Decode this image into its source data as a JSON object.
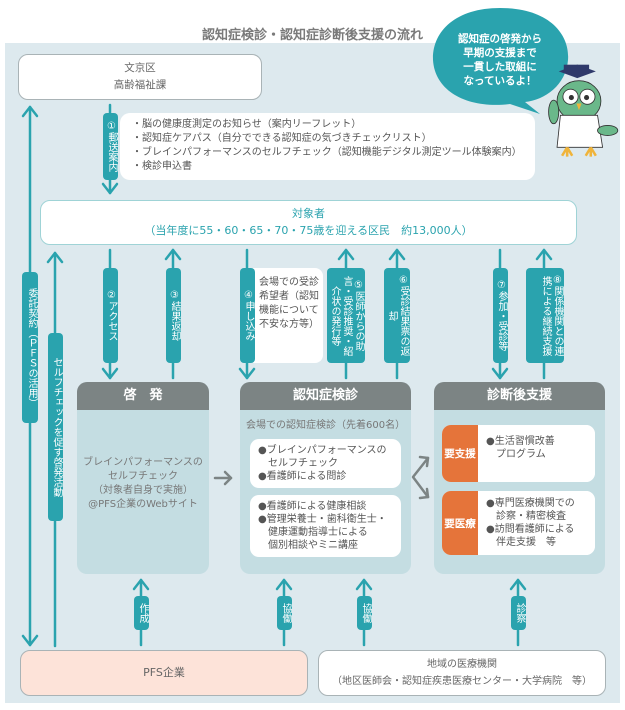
{
  "title": "認知症検診・認知症診断後支援の流れ",
  "bubble": [
    "認知症の啓発から",
    "早期の支援まで",
    "一貫した取組に",
    "なっているよ！"
  ],
  "ward": {
    "line1": "文京区",
    "line2": "高齢福祉課"
  },
  "notice": [
    "・脳の健康度測定のお知らせ（案内リーフレット）",
    "・認知症ケアパス（自分でできる認知症の気づきチェックリスト）",
    "・ブレインパフォーマンスのセルフチェック（認知機能デジタル測定ツール体験案内）",
    "・検診申込書"
  ],
  "target": {
    "line1": "対象者",
    "line2": "（当年度に55・60・65・70・75歳を迎える区民　約13,000人）"
  },
  "flows": {
    "f1": "①郵送案内",
    "f2": "②アクセス",
    "f3": "③結果返却",
    "f4": "④申し込み",
    "f5": "⑤医師からの助言・受診推奨・紹介状の発行等",
    "f6": "⑥受診結果票の返却",
    "f7": "⑦参加・受診等",
    "f8": "⑧関係機関との連携による継続支援"
  },
  "f4_note": "会場での受診希望者（認知機能について不安な方等）",
  "side": {
    "contract": "委託契約（ＰＦＳの活用）",
    "awareness": "セルフチェックを促す啓発活動"
  },
  "columns": {
    "awareness": {
      "title": "啓　発",
      "body": [
        "ブレインパフォーマンスの",
        "セルフチェック",
        "（対象者自身で実施）",
        "@PFS企業のWebサイト"
      ]
    },
    "screening": {
      "title": "認知症検診",
      "subtitle": "会場での認知症検診（先着600名）",
      "box1": [
        "●ブレインパフォーマンスの",
        "　セルフチェック",
        "●看護師による問診"
      ],
      "box2": [
        "●看護師による健康相談",
        "●管理栄養士・歯科衛生士・",
        "　健康運動指導士による",
        "　個別相談やミニ講座"
      ]
    },
    "post": {
      "title": "診断後支援",
      "tag1": "要支援",
      "box1": [
        "●生活習慣改善",
        "　プログラム"
      ],
      "tag2": "要医療",
      "box2": [
        "●専門医療機関での",
        "　診察・精密検査",
        "●訪問看護師による",
        "　伴走支援　等"
      ]
    }
  },
  "bottom_flows": {
    "b1": "作成",
    "b2": "協働",
    "b3": "協働",
    "b4": "診察"
  },
  "pfs": "PFS企業",
  "medical": {
    "line1": "地域の医療機関",
    "line2": "（地区医師会・認知症疾患医療センター・大学病院　等）"
  },
  "colors": {
    "teal": "#2aa3ae",
    "orange": "#e5743a",
    "gray": "#7c8484",
    "pfs": "#fde3d9"
  }
}
